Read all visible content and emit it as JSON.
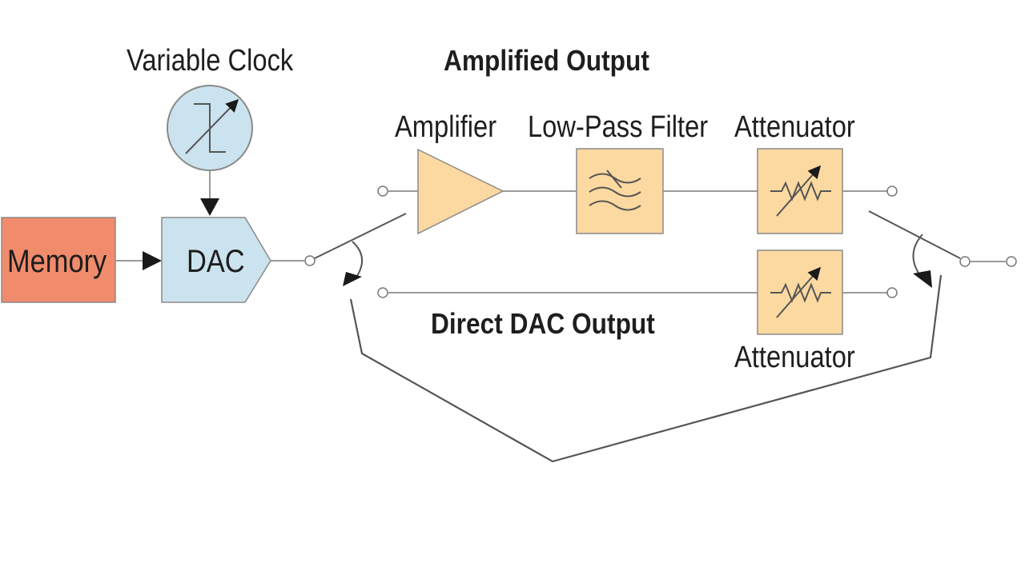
{
  "labels": {
    "variable_clock": "Variable Clock",
    "amplified_output": "Amplified Output",
    "amplifier": "Amplifier",
    "low_pass_filter": "Low-Pass Filter",
    "attenuator_top": "Attenuator",
    "memory": "Memory",
    "dac": "DAC",
    "direct_dac_output": "Direct DAC Output",
    "attenuator_bottom": "Attenuator"
  },
  "colors": {
    "memory_fill": "#f08b6c",
    "dac_fill": "#cbe3ee",
    "component_fill": "#fcd9a0",
    "component_stroke": "#8a8a8a",
    "line": "#9a9a9a",
    "dark_line": "#555555",
    "arrow": "#1a1a1a"
  },
  "icons": {
    "clock": "variable-clock-icon",
    "amplifier": "amplifier-triangle-icon",
    "filter": "low-pass-filter-icon",
    "attenuator": "variable-resistor-icon",
    "switch": "spdt-switch-icon"
  }
}
